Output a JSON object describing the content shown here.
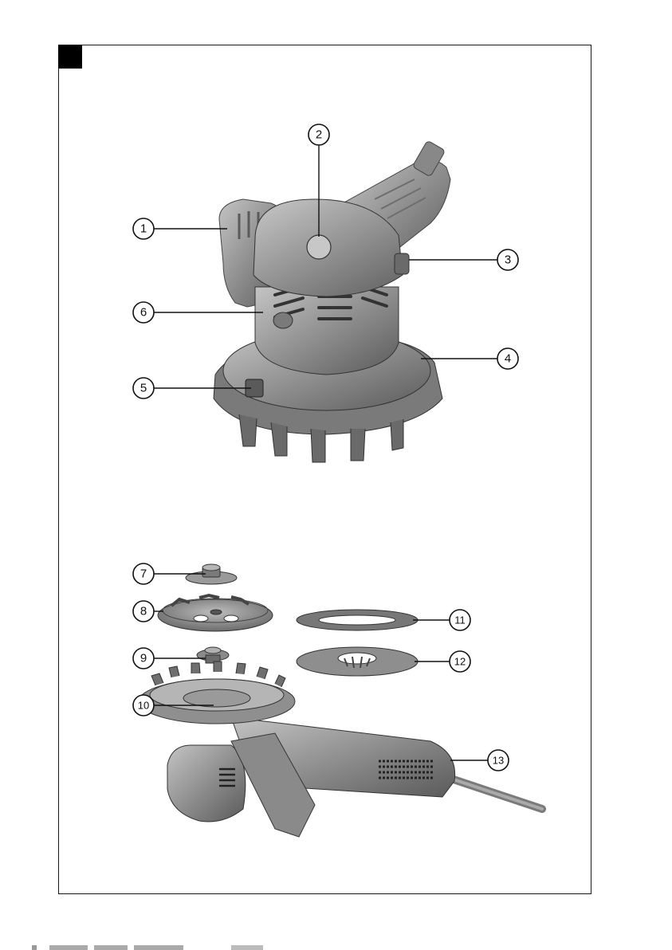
{
  "callouts": [
    {
      "id": "1",
      "label": "1"
    },
    {
      "id": "2",
      "label": "2"
    },
    {
      "id": "3",
      "label": "3"
    },
    {
      "id": "4",
      "label": "4"
    },
    {
      "id": "5",
      "label": "5"
    },
    {
      "id": "6",
      "label": "6"
    },
    {
      "id": "7",
      "label": "7"
    },
    {
      "id": "8",
      "label": "8"
    },
    {
      "id": "9",
      "label": "9"
    },
    {
      "id": "10",
      "label": "10"
    },
    {
      "id": "11",
      "label": "11"
    },
    {
      "id": "12",
      "label": "12"
    },
    {
      "id": "13",
      "label": "13"
    }
  ],
  "colors": {
    "tool_body": "#8e8e8e",
    "tool_dark": "#5e5e5e",
    "tool_light": "#b9b9b9",
    "outline": "#111111"
  }
}
